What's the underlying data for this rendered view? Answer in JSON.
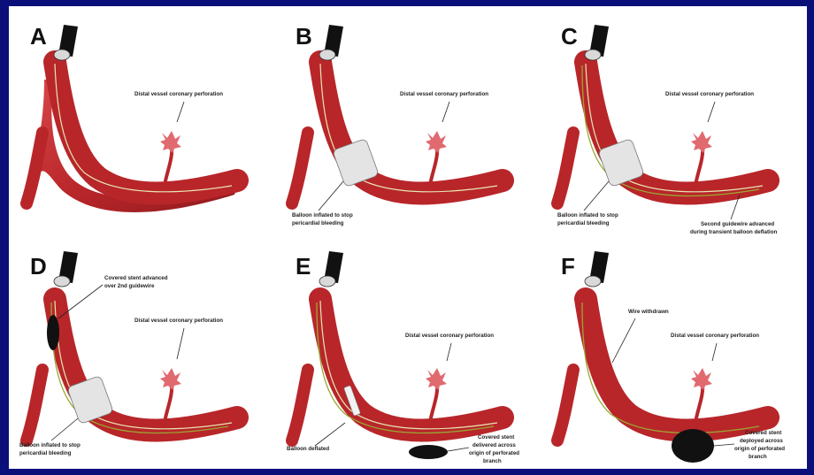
{
  "figure": {
    "background": "#0a0f7a",
    "panel_background": "#ffffff",
    "vessel_color": "#b8262a",
    "vessel_highlight": "#d8474a",
    "wire_color": "#e8e6b0",
    "second_wire_color": "#9aa832"
  },
  "panels": [
    {
      "letter": "A",
      "notes": [
        "Distal vessel coronary perforation"
      ]
    },
    {
      "letter": "B",
      "notes": [
        "Distal vessel coronary perforation",
        "Balloon inflated to stop",
        "pericardial bleeding"
      ]
    },
    {
      "letter": "C",
      "notes": [
        "Distal vessel coronary perforation",
        "Balloon inflated to stop",
        "pericardial bleeding",
        "Second guidewire advanced",
        "during transient balloon deflation"
      ]
    },
    {
      "letter": "D",
      "notes": [
        "Covered stent advanced",
        "over 2nd guidewire",
        "Distal vessel coronary perforation",
        "Balloon inflated to stop",
        "pericardial bleeding"
      ]
    },
    {
      "letter": "E",
      "notes": [
        "Distal vessel coronary perforation",
        "Balloon deflated",
        "Covered stent",
        "delivered across",
        "origin of perforated",
        "branch"
      ]
    },
    {
      "letter": "F",
      "notes": [
        "Wire withdrawn",
        "Distal vessel coronary perforation",
        "Covered stent",
        "deployed across",
        "origin of perforated",
        "branch"
      ]
    }
  ]
}
